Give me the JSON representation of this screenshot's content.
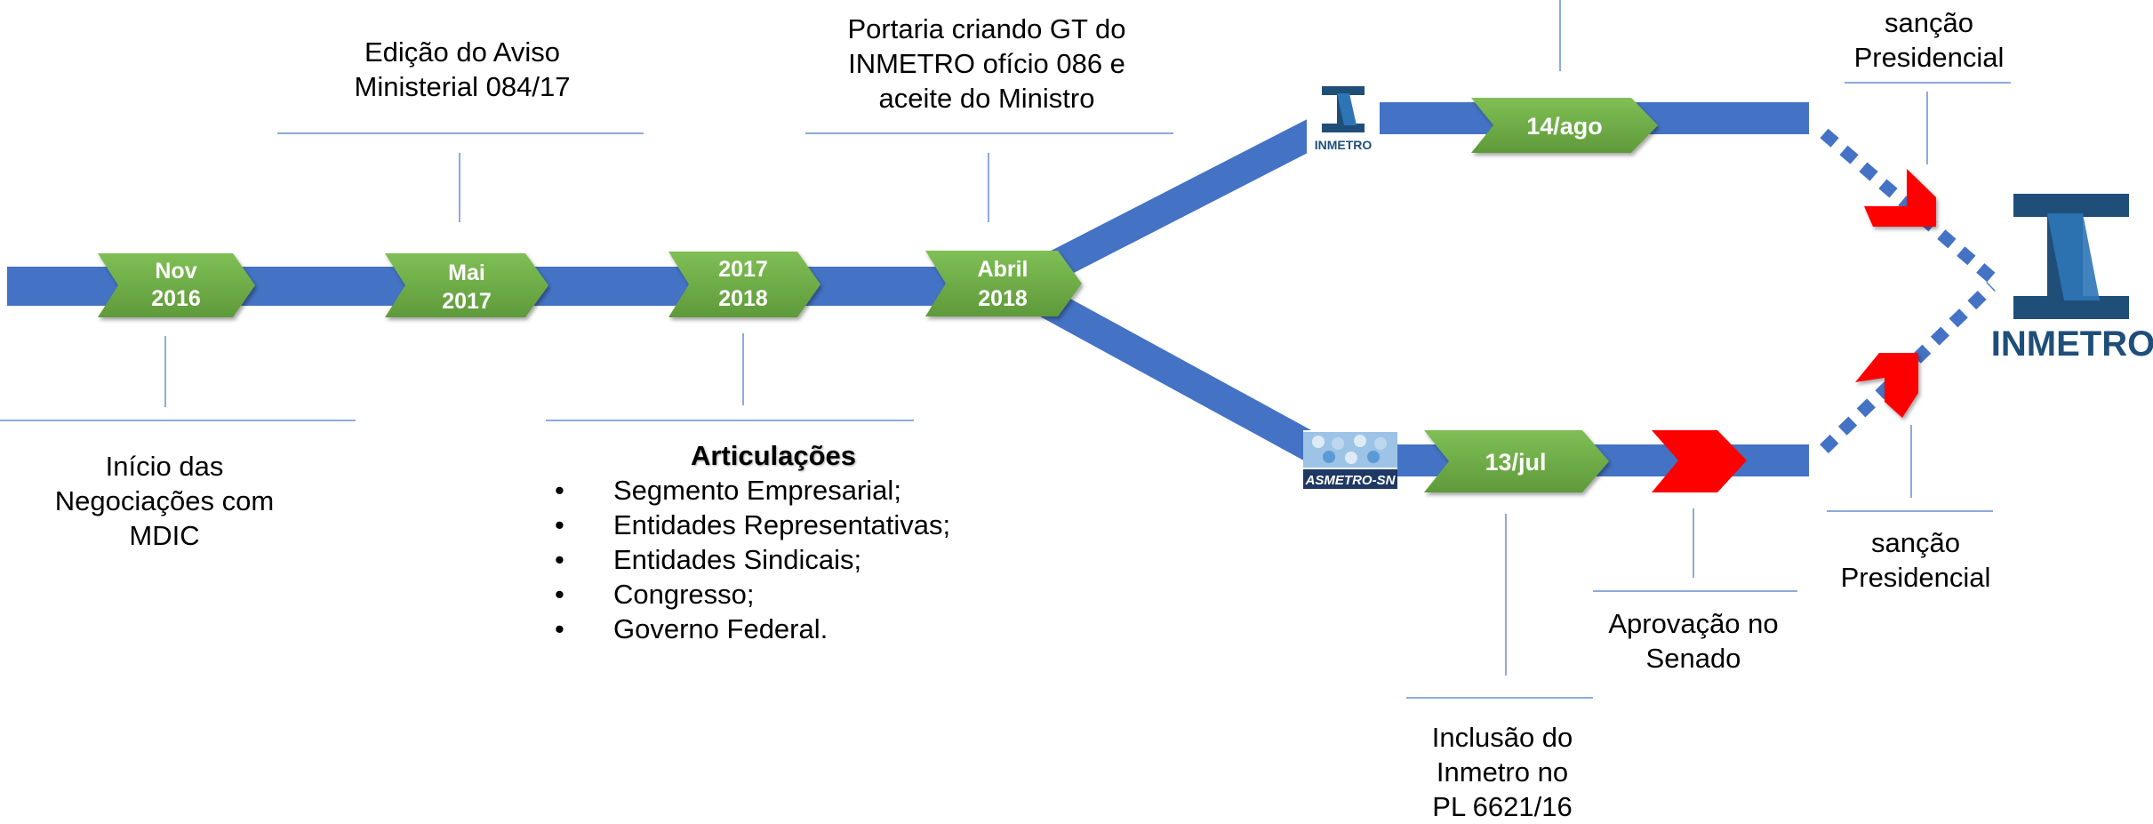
{
  "milestones": [
    {
      "line1": "Nov",
      "line2": "2016"
    },
    {
      "line1": "Mai",
      "line2": "2017"
    },
    {
      "line1": "2017",
      "line2": "2018"
    },
    {
      "line1": "Abril",
      "line2": "2018"
    }
  ],
  "branch_dates": {
    "top": "14/ago",
    "bottom": "13/jul"
  },
  "labels": {
    "inicio": [
      "Início das",
      "Negociações com",
      "MDIC"
    ],
    "aviso": [
      "Edição do Aviso",
      "Ministerial 084/17"
    ],
    "portaria": [
      "Portaria criando GT do",
      "INMETRO ofício 086 e",
      "aceite do Ministro"
    ],
    "sancao_top": [
      "sanção",
      "Presidencial"
    ],
    "sancao_bottom": [
      "sanção",
      "Presidencial"
    ],
    "aprovacao": [
      "Aprovação no",
      "Senado"
    ],
    "inclusao": [
      "Inclusão do",
      "Inmetro no",
      "PL 6621/16"
    ]
  },
  "articulacoes": {
    "title": "Articulações",
    "items": [
      "Segmento Empresarial;",
      "Entidades Representativas;",
      "Entidades Sindicais;",
      "Congresso;",
      "Governo Federal."
    ]
  },
  "logos": {
    "inmetro_small": "INMETRO",
    "asmetro": "ASMETRO-SN",
    "inmetro_big": "INMETRO"
  },
  "colors": {
    "track": "#4472C4",
    "chevron": "#70AD47",
    "arrow": "#FF0000",
    "connector": "#8FAADC",
    "logo_blue": "#1F4E79"
  }
}
